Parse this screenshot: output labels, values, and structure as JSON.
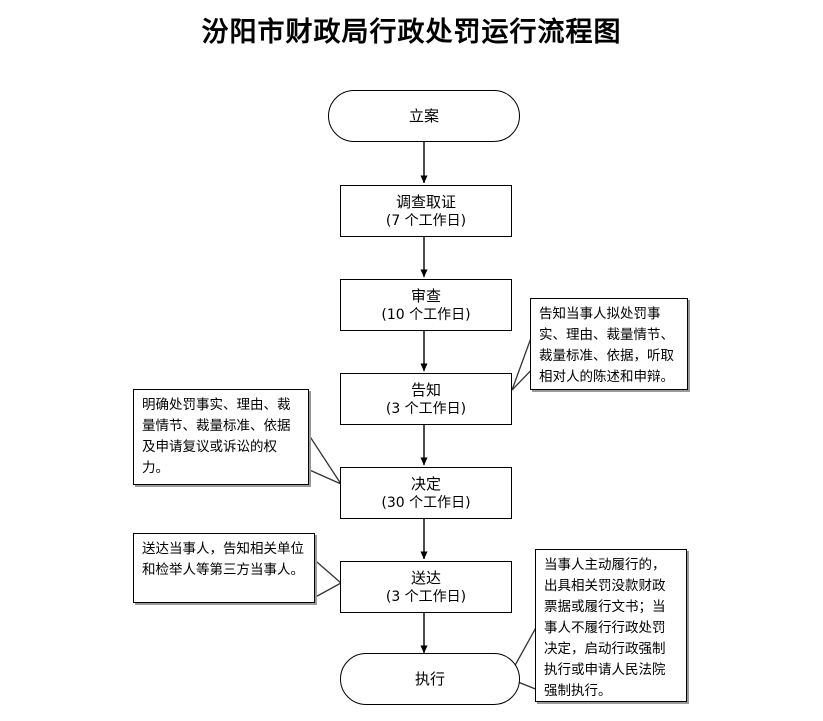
{
  "title": "汾阳市财政局行政处罚运行流程图",
  "diagram": {
    "type": "flowchart",
    "orientation": "top-to-bottom",
    "nodes": [
      {
        "id": "filing",
        "shape": "terminator",
        "label": "立案",
        "sub": ""
      },
      {
        "id": "investigation",
        "shape": "process",
        "label": "调查取证",
        "sub": "(7 个工作日)"
      },
      {
        "id": "review",
        "shape": "process",
        "label": "审查",
        "sub": "(10 个工作日)"
      },
      {
        "id": "notification",
        "shape": "process",
        "label": "告知",
        "sub": "(3 个工作日)"
      },
      {
        "id": "decision",
        "shape": "process",
        "label": "决定",
        "sub": "(30 个工作日)"
      },
      {
        "id": "service",
        "shape": "process",
        "label": "送达",
        "sub": "(3 个工作日)"
      },
      {
        "id": "execution",
        "shape": "terminator",
        "label": "执行",
        "sub": ""
      }
    ],
    "annotations": [
      {
        "id": "notification-note",
        "side": "right",
        "target": "notification",
        "text": "告知当事人拟处罚事实、理由、裁量情节、裁量标准、依据，听取相对人的陈述和申辩。"
      },
      {
        "id": "decision-note",
        "side": "left",
        "target": "decision",
        "text": "明确处罚事实、理由、裁量情节、裁量标准、依据及申请复议或诉讼的权力。"
      },
      {
        "id": "service-note",
        "side": "left",
        "target": "service",
        "text": "送达当事人，告知相关单位和检举人等第三方当事人。"
      },
      {
        "id": "execution-note",
        "side": "right",
        "target": "execution",
        "text": "当事人主动履行的，出具相关罚没款财政票据或履行文书；当事人不履行行政处罚决定，启动行政强制执行或申请人民法院强制执行。"
      }
    ],
    "colors": {
      "stroke": "#000000",
      "fill": "#ffffff",
      "shadow": "#9a9a9a",
      "text": "#000000"
    }
  }
}
